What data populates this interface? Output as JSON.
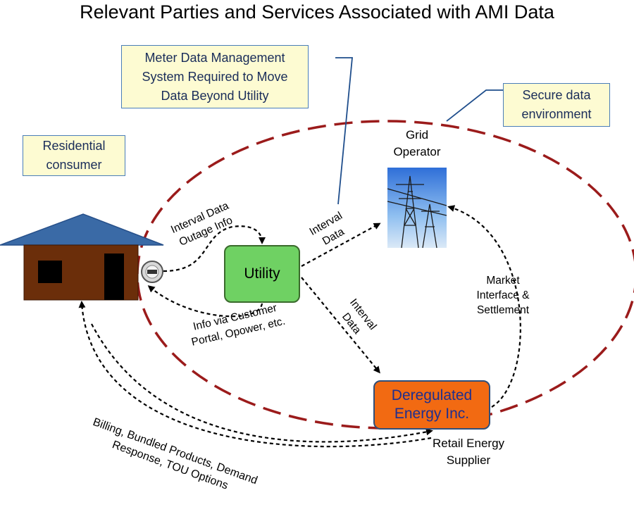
{
  "title": "Relevant Parties and Services Associated with AMI Data",
  "callouts": {
    "mdms": [
      "Meter Data Management",
      "System Required to Move",
      "Data Beyond Utility"
    ],
    "secure": [
      "Secure data",
      "environment"
    ],
    "residential": [
      "Residential",
      "consumer"
    ]
  },
  "nodes": {
    "grid_operator": [
      "Grid",
      "Operator"
    ],
    "utility": "Utility",
    "dereg": [
      "Deregulated",
      "Energy Inc."
    ],
    "retail_supplier": [
      "Retail Energy",
      "Supplier"
    ]
  },
  "labels": {
    "interval_outage": [
      "Interval Data",
      "Outage Info"
    ],
    "interval_grid": [
      "Interval",
      "Data"
    ],
    "interval_dereg": [
      "Interval",
      "Data"
    ],
    "customer_portal": [
      "Info via Customer",
      "Portal, Opower, etc."
    ],
    "market": [
      "Market",
      "Interface &",
      "Settlement"
    ],
    "billing": [
      "Billing, Bundled Products, Demand",
      "Response, TOU Options"
    ]
  },
  "colors": {
    "secure_ring": "#9b1b1b",
    "callout_fill": "#fdfbd2",
    "callout_border": "#4a7eb8",
    "utility_fill": "#6fd163",
    "dereg_fill": "#f26a12",
    "house_roof": "#3a6aa6",
    "house_wall": "#6b2e0a"
  }
}
